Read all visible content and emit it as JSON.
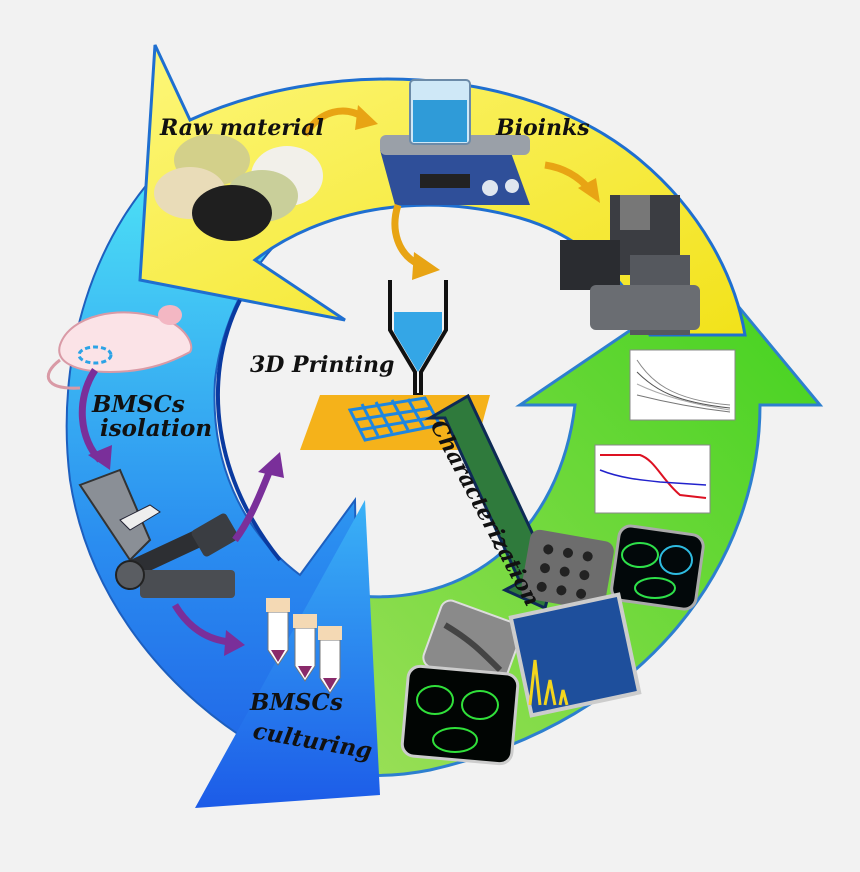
{
  "labels": {
    "raw_material": "Raw material",
    "bioinks": "Bioinks",
    "printing": "3D Printing",
    "characterization": "Characterization",
    "isolation_1": "BMSCs",
    "isolation_2": "isolation",
    "culturing_1": "BMSCs",
    "culturing_2": "culturing"
  },
  "colors": {
    "yellow_arrow": "#f7f03a",
    "green_arrow": "#4ed02a",
    "blue_arrow": "#2a86f0",
    "cyan_arrow": "#34d4f2",
    "flow_arrow_orange": "#e8a414",
    "flow_arrow_purple": "#7a2f9a",
    "grid_orange": "#f5b21a"
  },
  "icons": [
    "powder-pile-icon",
    "hot-plate-stirrer-icon",
    "rheometer-icon",
    "mouse-icon",
    "microscope-icon",
    "centrifuge-tube-icon",
    "printer-nozzle-icon",
    "scaffold-grid-icon",
    "line-chart-icon",
    "sem-image-icon",
    "fluorescence-image-icon",
    "spectrum-image-icon"
  ]
}
